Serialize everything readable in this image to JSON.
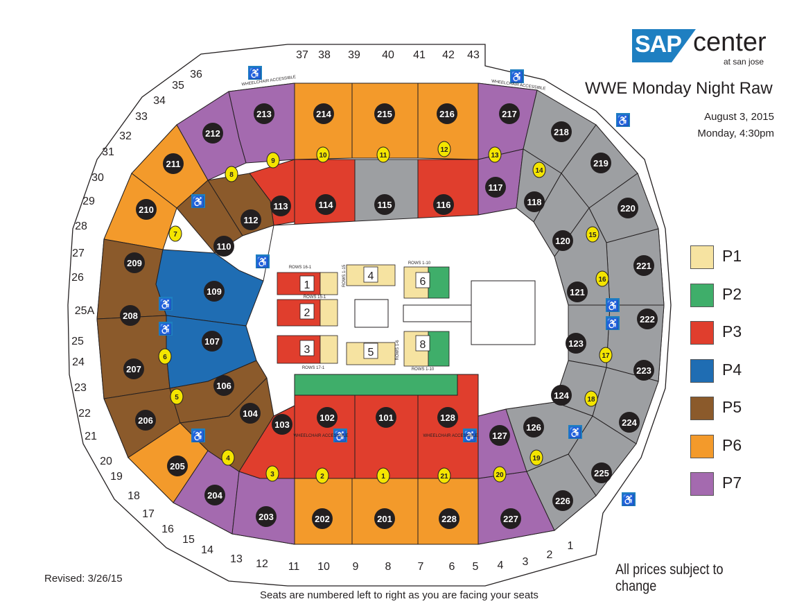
{
  "logo": {
    "brand": "SAP",
    "name": "center",
    "sub": "at san jose"
  },
  "event": {
    "title": "WWE Monday Night Raw",
    "date": "August 3, 2015",
    "time": "Monday, 4:30pm"
  },
  "legend": [
    {
      "label": "P1",
      "color": "#f6e3a1"
    },
    {
      "label": "P2",
      "color": "#3fae6a"
    },
    {
      "label": "P3",
      "color": "#e03e2d"
    },
    {
      "label": "P4",
      "color": "#1f6db3"
    },
    {
      "label": "P5",
      "color": "#8b5a2b"
    },
    {
      "label": "P6",
      "color": "#f39a2b"
    },
    {
      "label": "P7",
      "color": "#a46aaf"
    }
  ],
  "gray_color": "#9d9fa2",
  "sections": {
    "upper_top": [
      "213",
      "214",
      "215",
      "216",
      "217"
    ],
    "lower_top": [
      "113",
      "114",
      "115",
      "116",
      "117"
    ],
    "upper_left": [
      "212",
      "211",
      "210",
      "209",
      "208",
      "207",
      "206",
      "205",
      "204"
    ],
    "lower_left": [
      "112",
      "110",
      "109",
      "107",
      "106",
      "104",
      "103"
    ],
    "lower_bottom": [
      "102",
      "101",
      "128",
      "127"
    ],
    "upper_bottom": [
      "203",
      "202",
      "201",
      "228",
      "227"
    ],
    "right_lower": [
      "118",
      "120",
      "121",
      "123",
      "124",
      "126"
    ],
    "right_upper": [
      "218",
      "219",
      "220",
      "221",
      "222",
      "223",
      "224",
      "225",
      "226"
    ]
  },
  "suites": [
    "1",
    "2",
    "3",
    "4",
    "5",
    "6",
    "7",
    "8",
    "9",
    "10",
    "11",
    "12",
    "13",
    "14",
    "15",
    "16",
    "17",
    "18",
    "19",
    "20",
    "21",
    "22",
    "23",
    "24",
    "25",
    "25A",
    "26",
    "27",
    "28",
    "29",
    "30",
    "31",
    "32",
    "33",
    "34",
    "35",
    "36",
    "37",
    "38",
    "39",
    "40",
    "41",
    "42",
    "43"
  ],
  "vomitories": [
    "1",
    "2",
    "3",
    "4",
    "5",
    "6",
    "7",
    "8",
    "9",
    "10",
    "11",
    "12",
    "13",
    "14",
    "15",
    "16",
    "17",
    "18",
    "19",
    "20",
    "21"
  ],
  "floor": {
    "sections": [
      "1",
      "2",
      "3",
      "4",
      "5",
      "6",
      "8"
    ],
    "row_labels": [
      "ROWS 16-1",
      "ROWS 15-1",
      "ROWS 17-1",
      "ROWS 1-10",
      "ROWS 1-15",
      "ROWS 1-10",
      "ROWS 1-6"
    ]
  },
  "accessible_label": "WHEELCHAIR ACCESSIBLE",
  "footer": {
    "disclaimer": "All prices subject to change",
    "revised": "Revised:  3/26/15",
    "seat_note": "Seats are numbered left to right as you are facing your seats"
  }
}
